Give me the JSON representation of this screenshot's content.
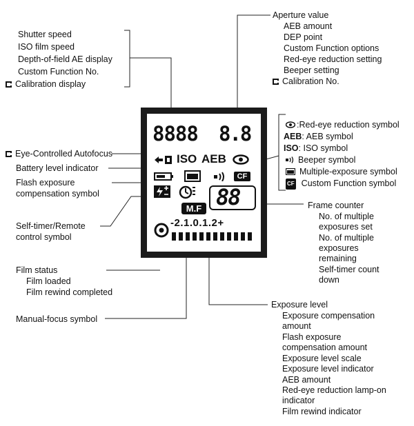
{
  "shutter_group": {
    "items": [
      "Shutter speed",
      "ISO film speed",
      "Depth-of-field AE display",
      "Custom Function No."
    ],
    "calibration": "Calibration display"
  },
  "aperture_group": {
    "title": "Aperture value",
    "items": [
      "AEB amount",
      "DEP point",
      "Custom Function options",
      "Red-eye reduction setting",
      "Beeper setting"
    ],
    "calibration": "Calibration No."
  },
  "symbols_group": {
    "red_eye": ":Red-eye reduction symbol",
    "aeb_key": "AEB",
    "aeb_text": ": AEB symbol",
    "iso_key": "ISO",
    "iso_text": ":  ISO symbol",
    "beeper": "Beeper symbol",
    "multi_exposure": "Multiple-exposure symbol",
    "cf_key": "CF",
    "custom_function": "Custom Function symbol"
  },
  "left_labels": {
    "eye_af": "Eye-Controlled Autofocus",
    "battery": "Battery level indicator",
    "flash_comp": [
      "Flash exposure",
      "compensation symbol"
    ],
    "self_timer": [
      "Self-timer/Remote",
      "control symbol"
    ],
    "film_status": "Film status",
    "film_status_items": [
      "Film loaded",
      "Film rewind completed"
    ],
    "manual_focus": "Manual-focus symbol"
  },
  "frame_counter": {
    "title": "Frame counter",
    "items": [
      "No. of multiple",
      "exposures set",
      "No. of multiple",
      "exposures",
      "remaining",
      "Self-timer count",
      "down"
    ]
  },
  "exposure_level": {
    "title": "Exposure level",
    "items": [
      "Exposure compensation",
      "amount",
      "Flash exposure",
      "compensation amount",
      "Exposure level scale",
      "Exposure level indicator",
      "AEB amount",
      "Red-eye reduction lamp-on",
      "indicator",
      "Film rewind indicator"
    ]
  },
  "lcd": {
    "digits": "8888",
    "aperture_digits": "8.8",
    "iso": "ISO",
    "aeb": "AEB",
    "cf": "CF",
    "counter": "88",
    "mf": "M.F",
    "scale": "-2.1.0.1.2+"
  }
}
